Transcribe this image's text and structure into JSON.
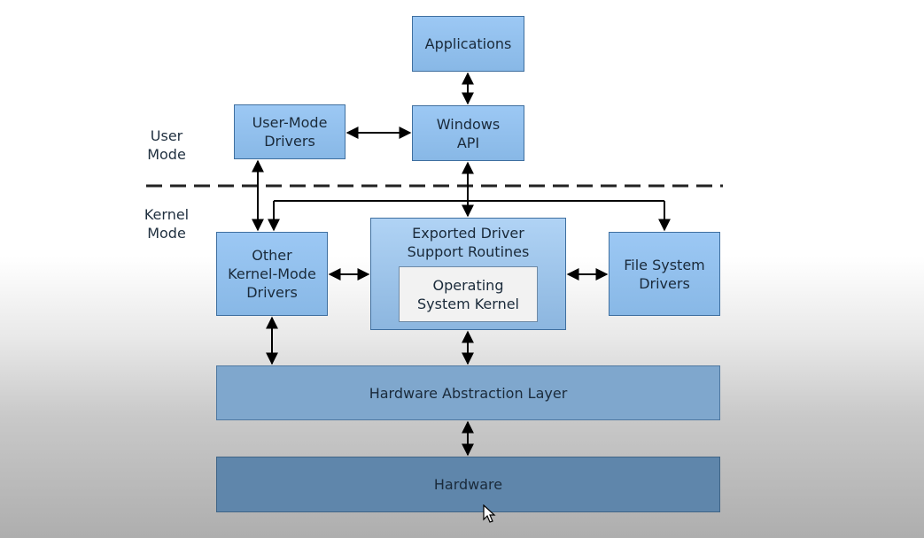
{
  "boxes": {
    "applications": "Applications",
    "windows_api": "Windows\nAPI",
    "user_mode_drivers": "User-Mode\nDrivers",
    "other_kernel_mode_drivers": "Other\nKernel-Mode\nDrivers",
    "exported_driver_support_routines": "Exported Driver\nSupport Routines",
    "operating_system_kernel": "Operating\nSystem Kernel",
    "file_system_drivers": "File System\nDrivers",
    "hardware_abstraction_layer": "Hardware Abstraction Layer",
    "hardware": "Hardware"
  },
  "mode_labels": {
    "user_mode": "User\nMode",
    "kernel_mode": "Kernel\nMode"
  },
  "colors": {
    "box_light": "#9cc8f4",
    "hal": "#7fa7cd",
    "hardware": "#5f86ab",
    "kernel_inner": "#f2f2f2",
    "arrows": "#000000"
  }
}
